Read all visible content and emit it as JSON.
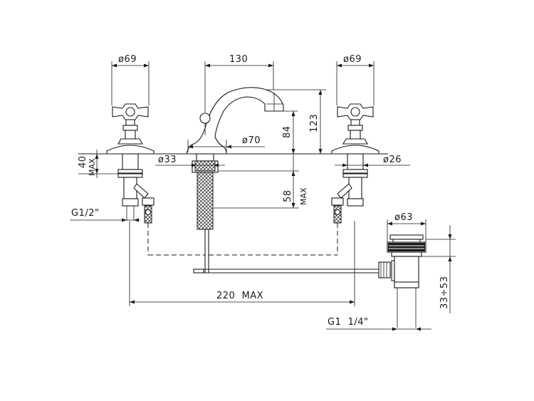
{
  "dimensions": {
    "handle_left_dia": "ø69",
    "spout_spacing": "130",
    "handle_right_dia": "ø69",
    "spout_height_total": "123",
    "spout_height_upper": "84",
    "escutcheon_dia": "ø70",
    "shank_dia_center": "ø33",
    "shank_dia_right": "ø26",
    "deck_max_left_value": "40",
    "deck_max_left_suffix": "MAX",
    "deck_max_center_value": "58",
    "deck_max_center_suffix": "MAX",
    "inlet_thread": "G1/2\"",
    "width_max": "220  MAX",
    "drain_dia": "ø63",
    "drain_range": "33÷53",
    "drain_thread": "G1  1/4\""
  }
}
